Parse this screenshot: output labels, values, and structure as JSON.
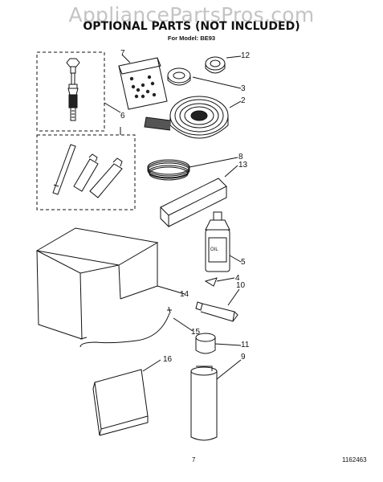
{
  "watermark": "AppliancePartsPros.com",
  "header": {
    "title": "OPTIONAL PARTS (NOT INCLUDED)",
    "model_line": "For Model: BE93"
  },
  "parts": [
    {
      "key": "p7",
      "number": "7"
    },
    {
      "key": "p12",
      "number": "12"
    },
    {
      "key": "p3",
      "number": "3"
    },
    {
      "key": "p2",
      "number": "2"
    },
    {
      "key": "p6",
      "number": "6"
    },
    {
      "key": "p8",
      "number": "8"
    },
    {
      "key": "p13",
      "number": "13"
    },
    {
      "key": "p5",
      "number": "5"
    },
    {
      "key": "p4",
      "number": "4"
    },
    {
      "key": "p10",
      "number": "10"
    },
    {
      "key": "p14",
      "number": "14"
    },
    {
      "key": "p15",
      "number": "15"
    },
    {
      "key": "p11",
      "number": "11"
    },
    {
      "key": "p16",
      "number": "16"
    },
    {
      "key": "p9",
      "number": "9"
    }
  ],
  "bottle_label": "OIL",
  "footer": {
    "page_number": "7",
    "reference_number": "1162463"
  }
}
